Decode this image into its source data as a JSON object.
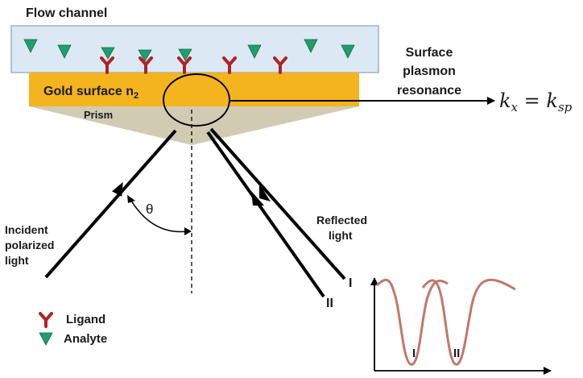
{
  "labels": {
    "flow_channel": "Flow channel",
    "gold_surface": "Gold surface n",
    "gold_surface_sub": "2",
    "prism": "Prism",
    "spr_line1": "Surface",
    "spr_line2": "plasmon",
    "spr_line3": "resonance",
    "equation_lhs": "k",
    "equation_lhs_sub": "x",
    "equation_eq": " = ",
    "equation_rhs": "k",
    "equation_rhs_sub": "sp",
    "theta": "θ",
    "incident_line1": "Incident",
    "incident_line2": "polarized",
    "incident_line3": "light",
    "reflected_line1": "Reflected",
    "reflected_line2": "light",
    "beam_I": "I",
    "beam_II": "II",
    "curve_I": "I",
    "curve_II": "II"
  },
  "legend": {
    "ligand": "Ligand",
    "analyte": "Analyte"
  },
  "colors": {
    "flow_channel_fill": "#dce8f3",
    "flow_channel_stroke": "#9ab3cc",
    "gold": "#f4b41d",
    "prism": "#d2cbb4",
    "ligand": "#b22222",
    "analyte": "#1f9e6e",
    "curve": "#c0786a",
    "line": "#000000"
  }
}
